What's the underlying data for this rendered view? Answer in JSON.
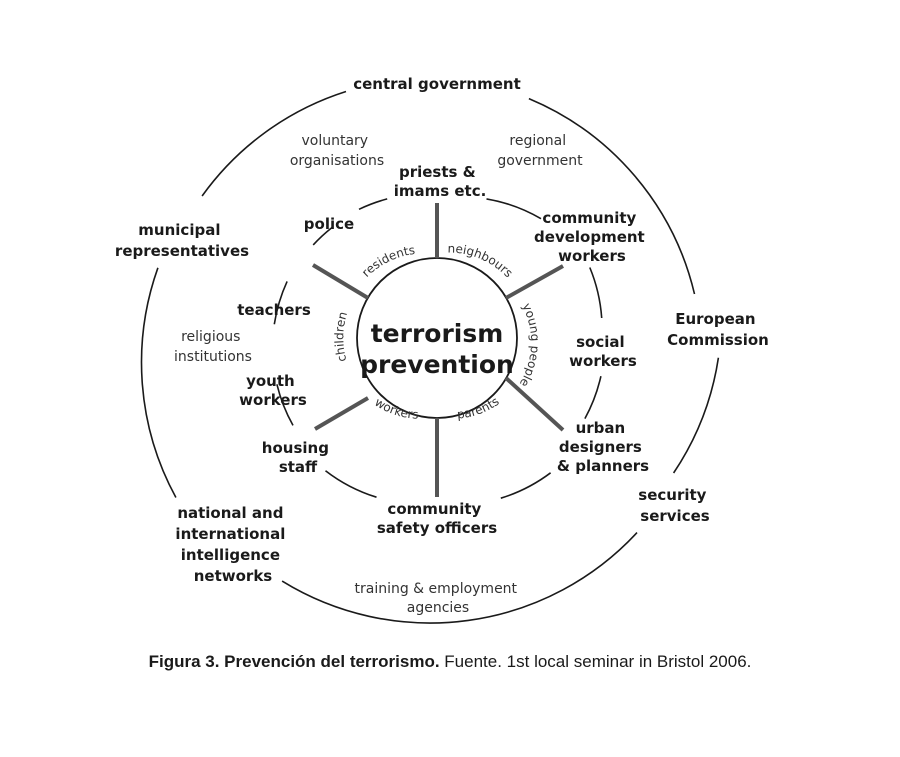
{
  "center": {
    "line1": "terrorism",
    "line2": "prevention"
  },
  "arc_labels": {
    "residents": "residents",
    "neighbours": "neighbours",
    "young_people": "young people",
    "children": "children",
    "workers": "workers",
    "parents": "parents"
  },
  "middle_ring": {
    "priests": [
      "priests &",
      "imams etc."
    ],
    "community_dev": [
      "community",
      "development",
      "workers"
    ],
    "police": [
      "police"
    ],
    "teachers": [
      "teachers"
    ],
    "social_workers": [
      "social",
      "workers"
    ],
    "youth_workers": [
      "youth",
      "workers"
    ],
    "urban_designers": [
      "urban",
      "designers",
      "& planners"
    ],
    "housing_staff": [
      "housing",
      "staff"
    ],
    "community_safety": [
      "community",
      "safety officers"
    ]
  },
  "outer_ring": {
    "central_government": [
      "central government"
    ],
    "voluntary": [
      "voluntary",
      "organisations"
    ],
    "regional": [
      "regional",
      "government"
    ],
    "municipal": [
      "municipal",
      "representatives"
    ],
    "european": [
      "European",
      "Commission"
    ],
    "religious": [
      "religious",
      "institutions"
    ],
    "security": [
      "security",
      "services"
    ],
    "intelligence": [
      "national and",
      "international",
      "intelligence",
      "networks"
    ],
    "training": [
      "training & employment",
      "agencies"
    ]
  },
  "caption": {
    "bold": "Figura 3. Prevención del terrorismo.",
    "normal": " Fuente. 1st local seminar in Bristol 2006."
  },
  "colors": {
    "line": "#1a1a1a",
    "spoke": "#555555"
  }
}
